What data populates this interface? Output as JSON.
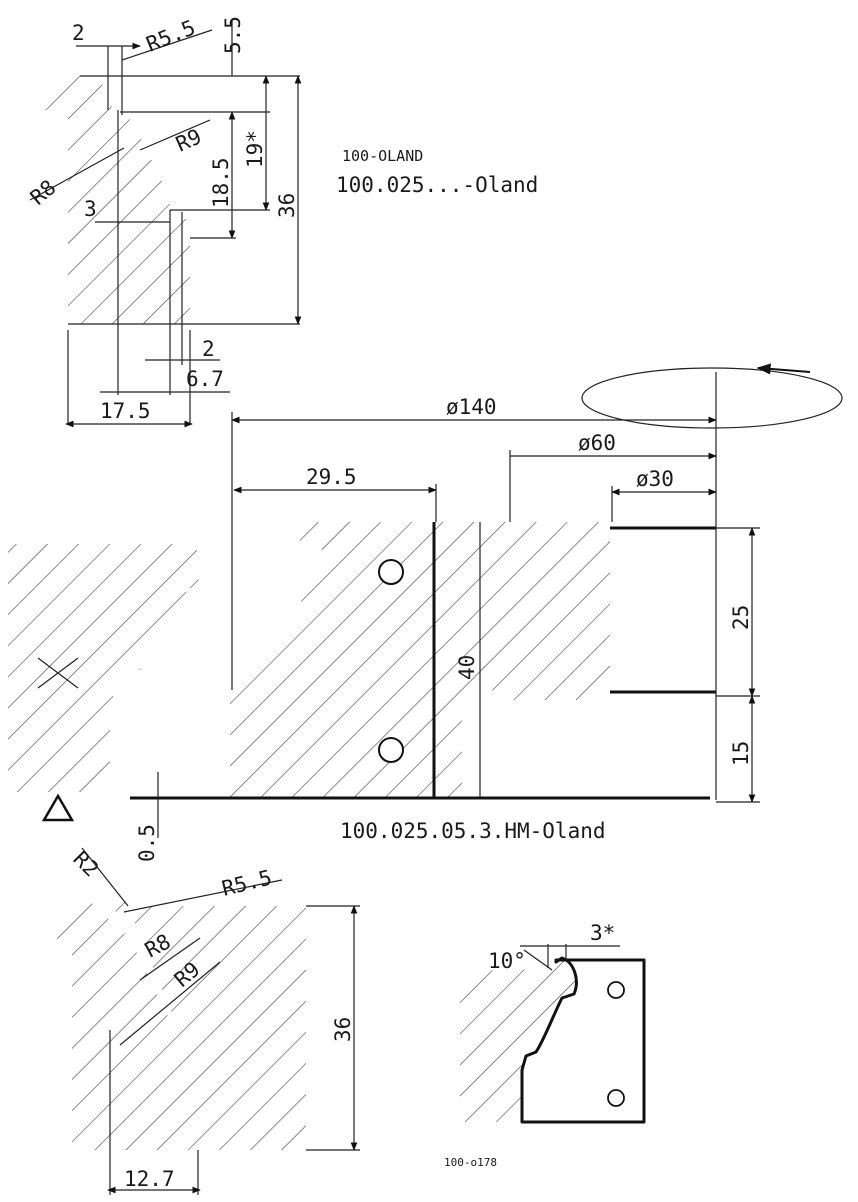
{
  "top_profile": {
    "dims": [
      "2",
      "R5.5",
      "5.5",
      "R9",
      "19*",
      "R8",
      "18.5",
      "36",
      "3",
      "2",
      "6.7",
      "17.5"
    ]
  },
  "title": {
    "code": "100-OLAND",
    "name": "100.025...-Oland"
  },
  "cutter": {
    "dims": [
      "ø140",
      "ø60",
      "ø30",
      "29.5",
      "40",
      "25",
      "15",
      "0.5"
    ],
    "designation": "100.025.05.3.HM-Oland"
  },
  "bottom_profile": {
    "dims": [
      "R2",
      "R5.5",
      "R8",
      "R9",
      "36",
      "12.7"
    ]
  },
  "knife": {
    "dims": [
      "3*",
      "10°"
    ],
    "code": "100-o178"
  }
}
